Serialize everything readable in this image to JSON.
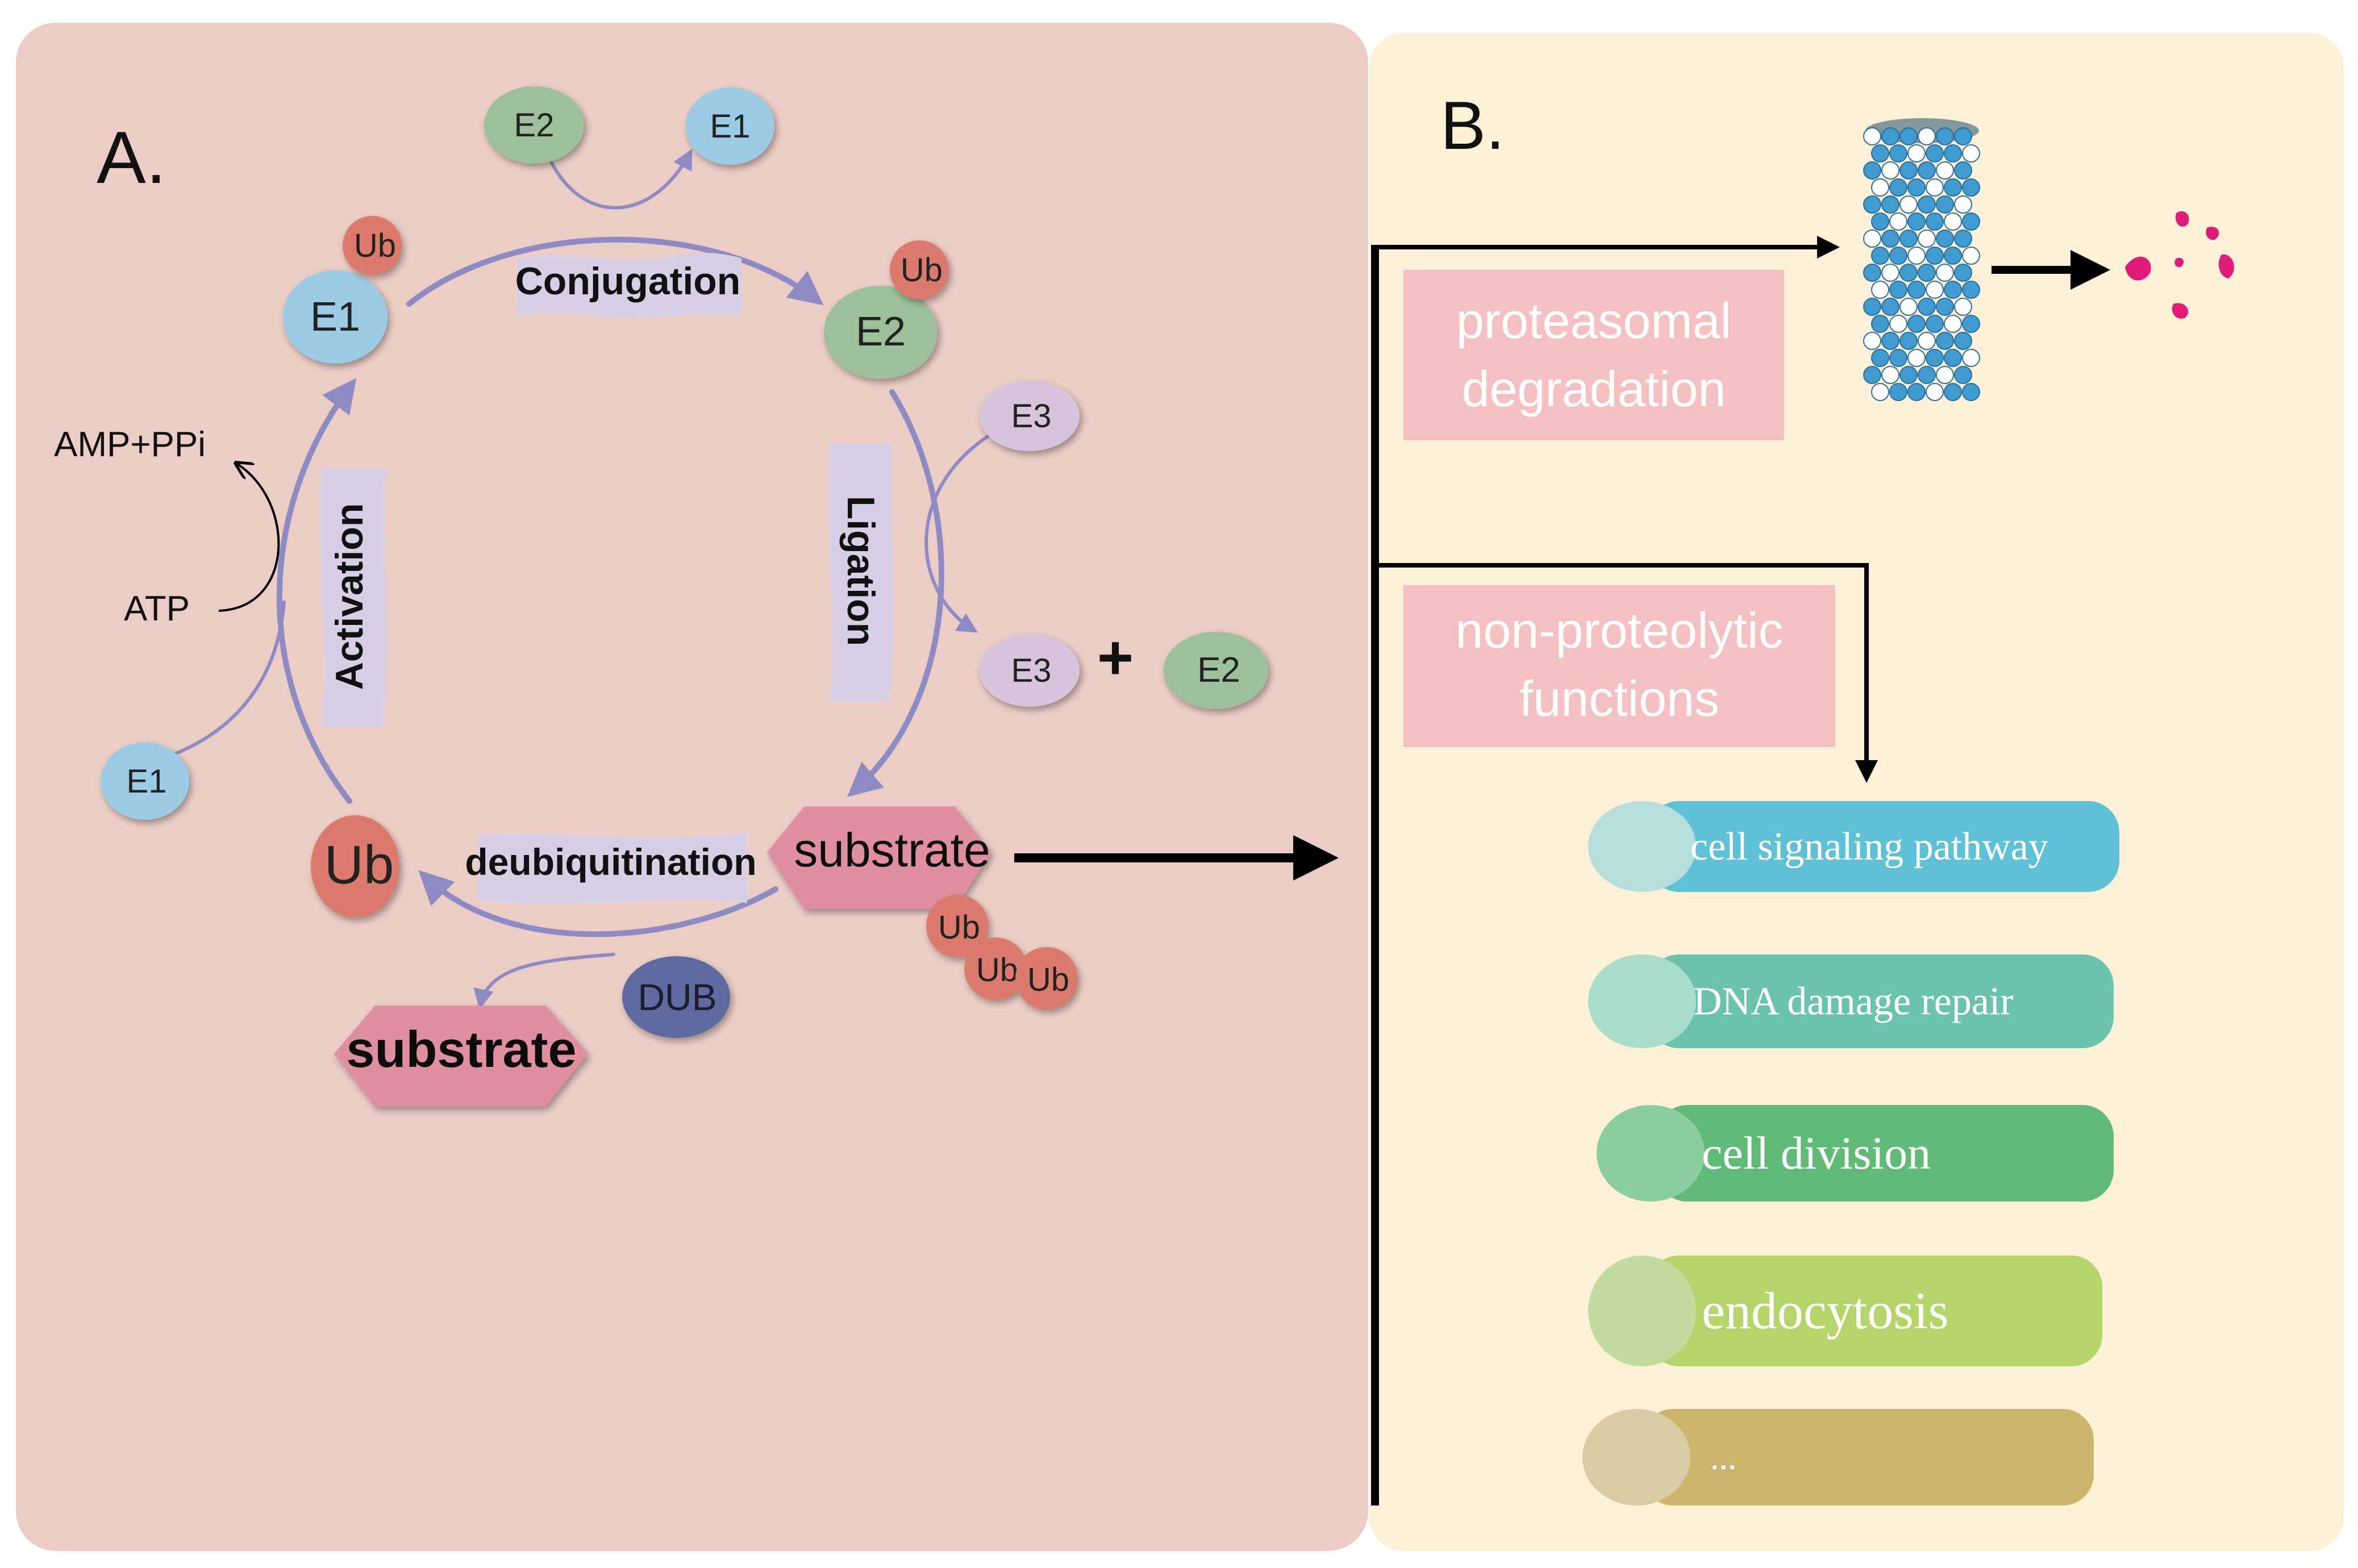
{
  "panel_a": {
    "label": "A.",
    "e1_top": "E1",
    "ub_on_e1": "Ub",
    "conjugation": "Conjugation",
    "e2_top_small": "E2",
    "e1_top_small": "E1",
    "e2_main": "E2",
    "ub_on_e2": "Ub",
    "ligation": "Ligation",
    "e3_top": "E3",
    "e3_bottom": "E3",
    "plus": "+",
    "e2_bottom": "E2",
    "activation": "Activation",
    "amp_ppi": "AMP+PPi",
    "atp": "ATP",
    "e1_bottom_left": "E1",
    "ub_large": "Ub",
    "deubiquitination": "deubiquitination",
    "substrate_right": "substrate",
    "ub_chain": [
      "Ub",
      "Ub",
      "Ub"
    ],
    "dub": "DUB",
    "substrate_bottom": "substrate"
  },
  "panel_b": {
    "label": "B.",
    "proteasomal": [
      "proteasomal",
      "degradation"
    ],
    "nonproteolytic": [
      "non-proteolytic",
      "functions"
    ],
    "functions": [
      {
        "label": "cell signaling pathway",
        "color": "#5fc1d6",
        "cap": "#b7dedd"
      },
      {
        "label": "DNA damage repair",
        "color": "#6cc3ad",
        "cap": "#a9dccb"
      },
      {
        "label": "cell division",
        "color": "#62ba78",
        "cap": "#8ccd9f"
      },
      {
        "label": "endocytosis",
        "color": "#b5d46a",
        "cap": "#c2dca0"
      },
      {
        "label": "...",
        "color": "#cdb56d",
        "cap": "#d8cca4"
      }
    ]
  },
  "colors": {
    "panel_a_bg": "#ebcdc5",
    "panel_b_bg": "#fcf1d7",
    "cycle_arrow": "#8e8bc4",
    "label_box": "#d6cfe6",
    "e1": "#9ccbe6",
    "e2": "#9dc09b",
    "e3": "#d8c5dd",
    "ub": "#dc7a6e",
    "dub": "#5f6aa0",
    "substrate": "#e08fa0",
    "pink_box": "#f4c0c2",
    "text_pink": "#ffffff",
    "debris": "#e01c7a"
  }
}
